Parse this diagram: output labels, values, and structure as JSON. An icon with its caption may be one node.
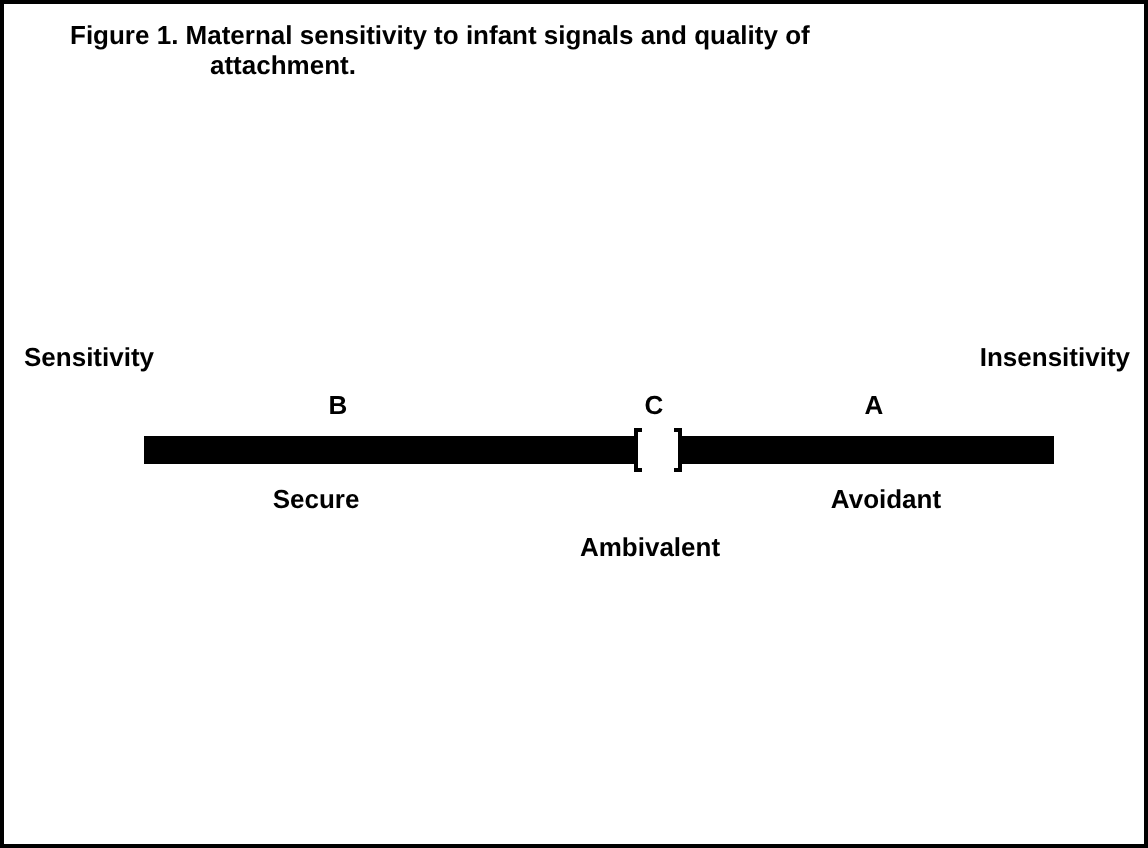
{
  "diagram": {
    "title": "Figure 1. Maternal sensitivity to infant signals and quality of attachment.",
    "labels": [
      "Sensitivity",
      "Insensitivity",
      "B",
      "C",
      "A",
      "Secure",
      "Avoidant",
      "Ambivalent"
    ]
  }
}
